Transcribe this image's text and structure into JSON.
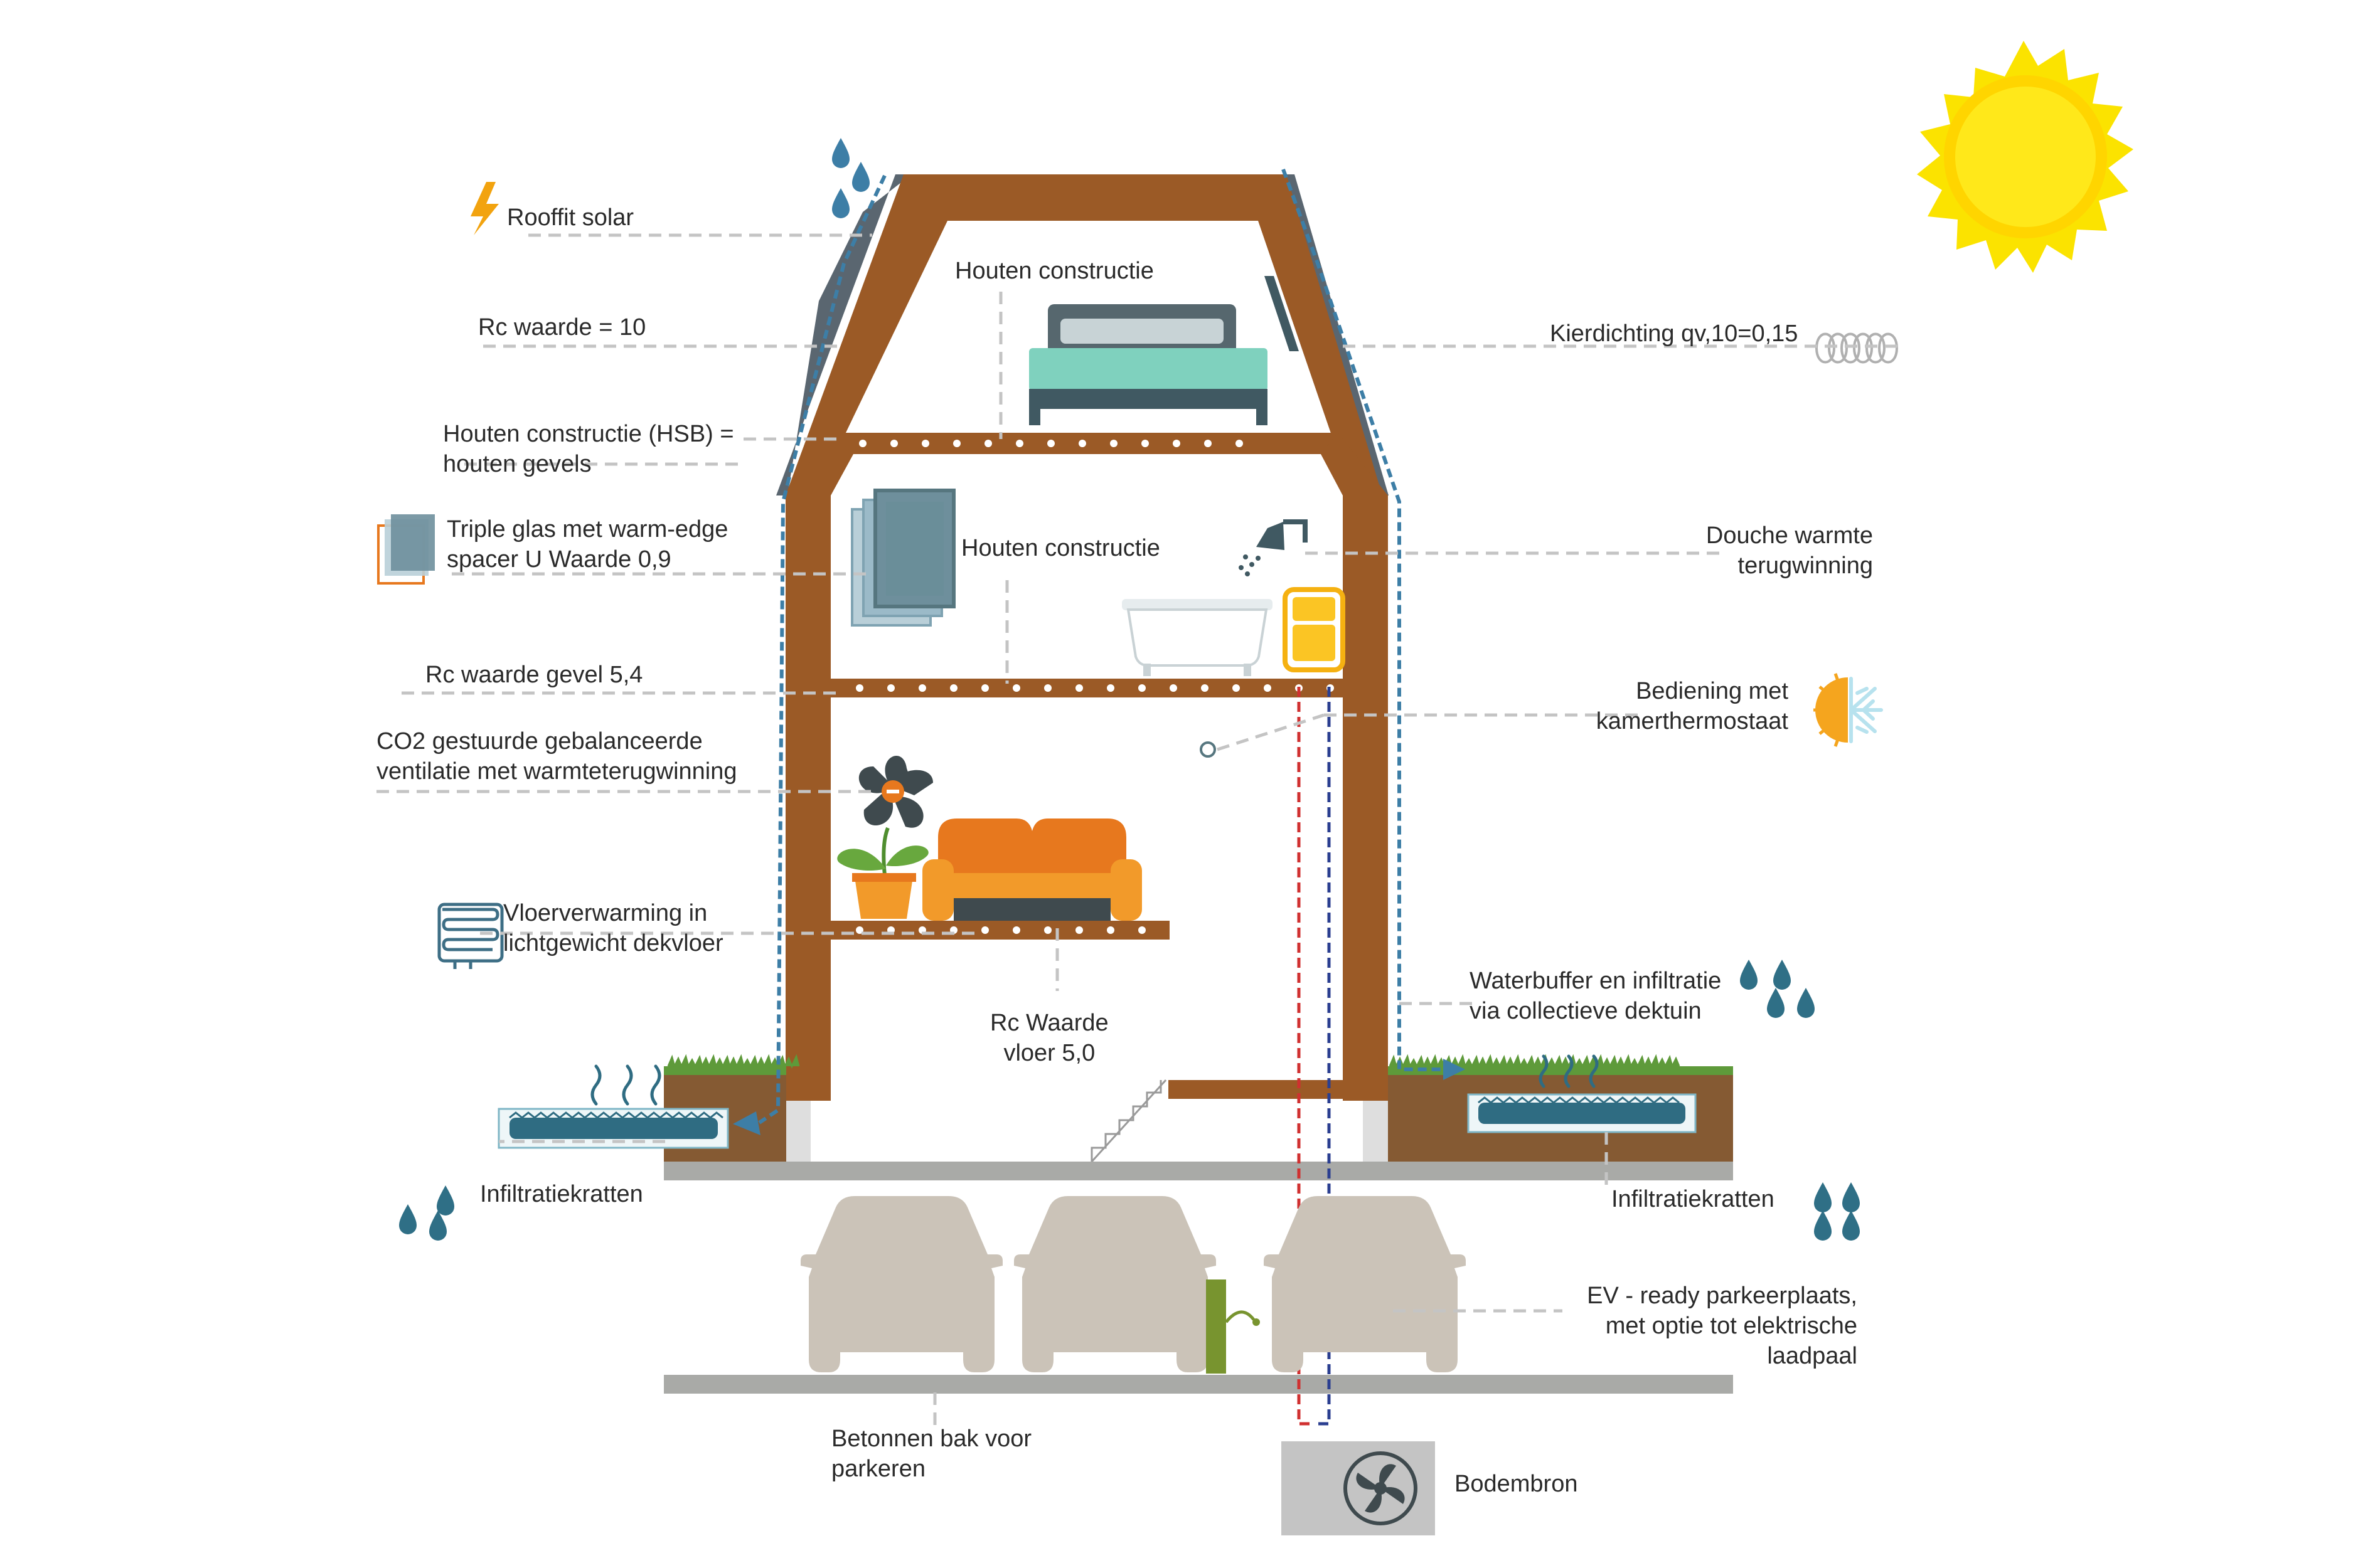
{
  "labels": {
    "rooffit": "Rooffit solar",
    "rc_roof": "Rc waarde = 10",
    "hsb": [
      "Houten constructie (HSB) =",
      "houten gevels"
    ],
    "triple": [
      "Triple glas met warm-edge",
      "spacer U Waarde 0,9"
    ],
    "rc_gevel": "Rc waarde gevel 5,4",
    "co2": [
      "CO2 gestuurde gebalanceerde",
      "ventilatie met warmteterugwinning"
    ],
    "vloer": [
      "Vloerverwarming in",
      "lichtgewicht dekvloer"
    ],
    "infiltratie_left": "Infiltratiekratten",
    "houten_top": "Houten constructie",
    "houten_mid": "Houten constructie",
    "rc_vloer": [
      "Rc Waarde",
      "vloer 5,0"
    ],
    "betonnen": [
      "Betonnen bak voor",
      "parkeren"
    ],
    "bodembron": "Bodembron",
    "kierdichting": "Kierdichting qv,10=0,15",
    "douche": [
      "Douche warmte",
      "terugwinning"
    ],
    "bediening": [
      "Bediening met",
      "kamerthermostaat"
    ],
    "waterbuffer": [
      "Waterbuffer en infiltratie",
      "via collectieve dektuin"
    ],
    "infiltratie_right": "Infiltratiekratten",
    "ev": [
      "EV - ready parkeerplaats,",
      "met optie tot elektrische",
      "laadpaal"
    ]
  },
  "colors": {
    "wood": "#9b5a26",
    "roof_edge": "#5a6670",
    "water_blue": "#3d7ea6",
    "drop_teal": "#2f6f86",
    "sun": "#fbe300",
    "bolt": "#f2a30f",
    "orange": "#e7781e",
    "orange_light": "#f29a2a",
    "car": "#cbc3b8",
    "ground": "#a9aaa7",
    "soil": "#855a33",
    "grass": "#5e9a3a",
    "dash": "#c4c4c4",
    "hot_pipe": "#d03030",
    "cold_pipe": "#2b3f90"
  }
}
